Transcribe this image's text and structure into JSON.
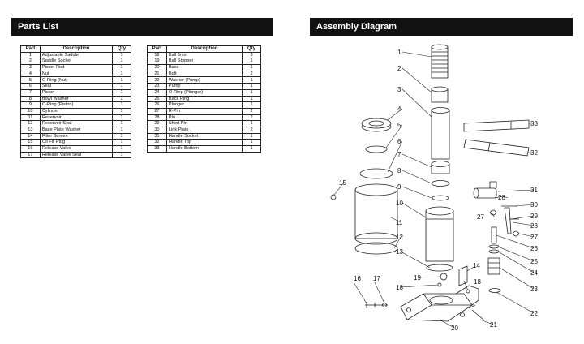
{
  "parts_list": {
    "title": "Parts List",
    "headers": [
      "Part",
      "Description",
      "Qty"
    ],
    "left_rows": [
      [
        "1",
        "Adjustable Saddle",
        "1"
      ],
      [
        "2",
        "Saddle Socket",
        "1"
      ],
      [
        "3",
        "Piston Rod",
        "1"
      ],
      [
        "4",
        "Nut",
        "1"
      ],
      [
        "5",
        "O-Ring (Nut)",
        "1"
      ],
      [
        "6",
        "Seal",
        "1"
      ],
      [
        "7",
        "Piston",
        "1"
      ],
      [
        "8",
        "Bowl Washer",
        "1"
      ],
      [
        "9",
        "O-Ring (Piston)",
        "1"
      ],
      [
        "10",
        "Cylinder",
        "1"
      ],
      [
        "11",
        "Reservoir",
        "1"
      ],
      [
        "12",
        "Reservoir Seal",
        "1"
      ],
      [
        "13",
        "Base Plate Washer",
        "1"
      ],
      [
        "14",
        "Filter Screen",
        "1"
      ],
      [
        "15",
        "Oil Fill Plug",
        "1"
      ],
      [
        "16",
        "Release Valve",
        "1"
      ],
      [
        "17",
        "Release Valve Seal",
        "1"
      ]
    ],
    "right_rows": [
      [
        "18",
        "Ball 6mm",
        "3"
      ],
      [
        "19",
        "Ball Stopper",
        "1"
      ],
      [
        "20",
        "Base",
        "1"
      ],
      [
        "21",
        "Bolt",
        "2"
      ],
      [
        "22",
        "Washer (Pump)",
        "1"
      ],
      [
        "23",
        "Pump",
        "1"
      ],
      [
        "24",
        "O-Ring (Plunger)",
        "1"
      ],
      [
        "25",
        "Back Ring",
        "1"
      ],
      [
        "26",
        "Plunger",
        "1"
      ],
      [
        "27",
        "R-Pin",
        "2"
      ],
      [
        "28",
        "Pin",
        "2"
      ],
      [
        "29",
        "Short Pin",
        "1"
      ],
      [
        "30",
        "Link Plate",
        "2"
      ],
      [
        "31",
        "Handle Socket",
        "1"
      ],
      [
        "32",
        "Handle Top",
        "1"
      ],
      [
        "33",
        "Handle Bottom",
        "1"
      ]
    ]
  },
  "assembly": {
    "title": "Assembly Diagram",
    "callouts": [
      "1",
      "2",
      "3",
      "4",
      "5",
      "6",
      "7",
      "8",
      "9",
      "10",
      "11",
      "12",
      "13",
      "14",
      "15",
      "16",
      "17",
      "18",
      "18",
      "19",
      "20",
      "21",
      "22",
      "23",
      "24",
      "25",
      "26",
      "27",
      "27",
      "28",
      "28",
      "29",
      "30",
      "31",
      "32",
      "33"
    ]
  }
}
